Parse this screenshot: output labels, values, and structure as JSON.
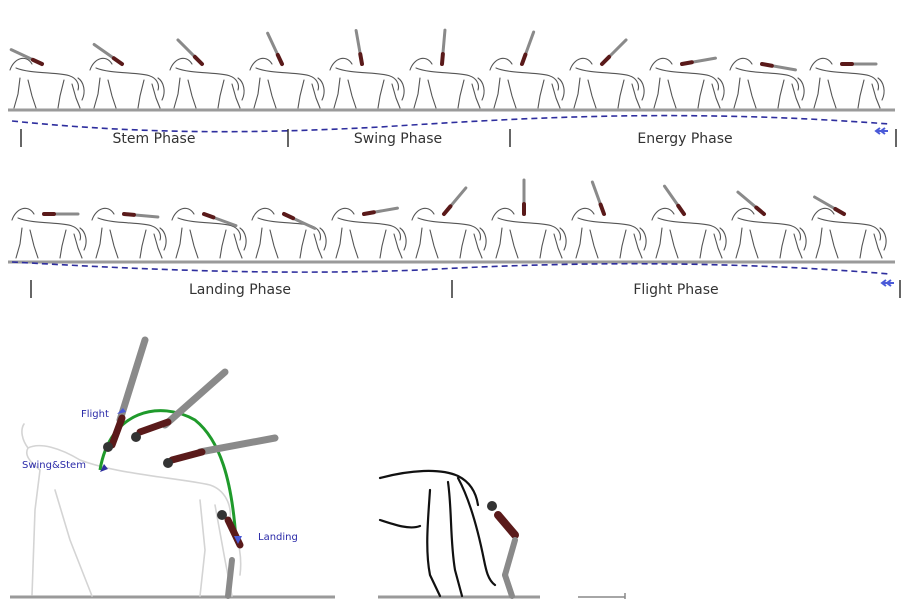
{
  "rows": [
    {
      "phases": [
        "Stem Phase",
        "Swing Phase",
        "Energy Phase"
      ],
      "angles": [
        -65,
        -55,
        -45,
        -25,
        -10,
        5,
        20,
        45,
        80,
        100,
        90
      ]
    },
    {
      "phases": [
        "Landing Phase",
        "Flight Phase"
      ],
      "angles": [
        90,
        95,
        110,
        115,
        80,
        40,
        0,
        -20,
        -35,
        -50,
        -60
      ]
    }
  ],
  "arc_labels": {
    "flight": "Flight",
    "swing_stem": "Swing&Stem",
    "landing": "Landing"
  },
  "colors": {
    "arc": "#1f9a2b",
    "wave": "#2e2e9e",
    "label": "#2a2aa8",
    "pole": "#8a8a8a",
    "rider": "#5a1a1a"
  },
  "icons": {
    "direction": "double-arrow-left-icon"
  }
}
